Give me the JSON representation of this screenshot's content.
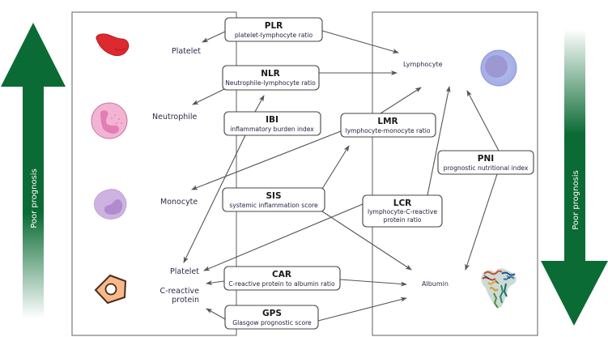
{
  "colors": {
    "prognosis_green": "#0b6b34",
    "platelet_red": "#dd2a2f",
    "neutrophil_pink": "#f3a9cf",
    "monocyte_purple": "#c9a9dd",
    "lymphocyte_blue": "#a9b4e8",
    "crp_orange": "#f7b98a"
  },
  "prognosis": {
    "left_label": "Poor prognosis",
    "right_label": "Poor prognosis",
    "left_direction": "up",
    "right_direction": "down"
  },
  "left_panel": {
    "cells": [
      {
        "name": "Platelet",
        "icon": "red-blood-cell-icon"
      },
      {
        "name": "Neutrophile",
        "icon": "neutrophil-icon"
      },
      {
        "name": "Monocyte",
        "icon": "monocyte-icon"
      },
      {
        "name": "Platelet",
        "icon": null
      },
      {
        "name_line1": "C-reactive",
        "name_line2": "protein",
        "icon": "pentagon-molecule-icon"
      }
    ]
  },
  "right_panel": {
    "cells": [
      {
        "name": "Lymphocyte",
        "icon": "lymphocyte-icon"
      },
      {
        "name": "Albumin",
        "icon": "albumin-protein-icon"
      }
    ]
  },
  "indices": [
    {
      "abbr": "PLR",
      "full": "platelet-lymphocyte ratio"
    },
    {
      "abbr": "NLR",
      "full": "Neutrophile-lymphocyte ratio"
    },
    {
      "abbr": "IBI",
      "full": "inflammatory burden index"
    },
    {
      "abbr": "LMR",
      "full": "lymphocyte-monocyte ratio"
    },
    {
      "abbr": "PNI",
      "full": "prognostic nutritional index"
    },
    {
      "abbr": "SIS",
      "full": "systemic inflammation score"
    },
    {
      "abbr": "LCR",
      "full_line1": "lymphocyte-C-reactive",
      "full_line2": "protein ratio"
    },
    {
      "abbr": "CAR",
      "full": "C-reactive protein to albumin ratio"
    },
    {
      "abbr": "GPS",
      "full": "Glasgow prognostic score"
    }
  ],
  "connections": [
    {
      "from": "PLR",
      "to": "Platelet"
    },
    {
      "from": "PLR",
      "to": "Lymphocyte"
    },
    {
      "from": "NLR",
      "to": "Neutrophile"
    },
    {
      "from": "NLR",
      "to": "Lymphocyte"
    },
    {
      "from": "IBI",
      "to": "Platelet (lower)"
    },
    {
      "from": "IBI",
      "to": "NLR"
    },
    {
      "from": "LMR",
      "to": "Monocyte"
    },
    {
      "from": "LMR",
      "to": "Lymphocyte"
    },
    {
      "from": "SIS",
      "to": "LMR"
    },
    {
      "from": "SIS",
      "to": "Albumin"
    },
    {
      "from": "LCR",
      "to": "Platelet (lower)"
    },
    {
      "from": "LCR",
      "to": "Lymphocyte"
    },
    {
      "from": "PNI",
      "to": "Lymphocyte"
    },
    {
      "from": "PNI",
      "to": "Albumin"
    },
    {
      "from": "CAR",
      "to": "C-reactive protein"
    },
    {
      "from": "CAR",
      "to": "Albumin"
    },
    {
      "from": "GPS",
      "to": "C-reactive protein"
    },
    {
      "from": "GPS",
      "to": "Albumin"
    }
  ]
}
